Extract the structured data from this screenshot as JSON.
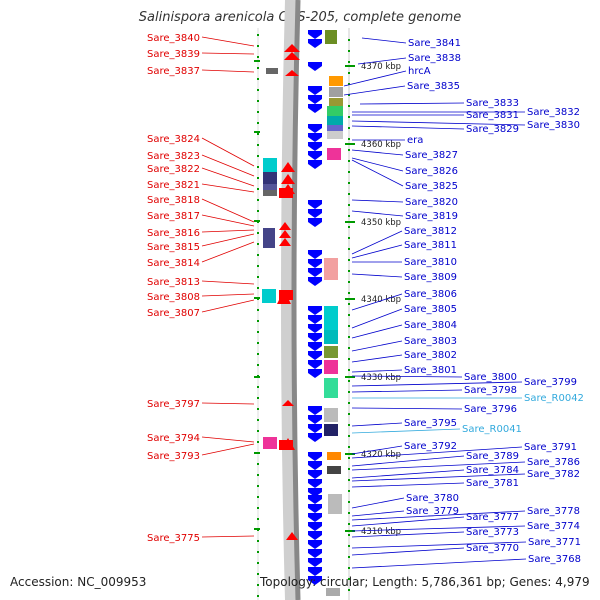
{
  "map": {
    "title": "Salinispora arenicola CNS-205, complete genome",
    "accession": "Accession: NC_009953",
    "topology": "Topology: circular; Length: 5,786,361 bp; Genes: 4,979",
    "colors": {
      "left_label": "#e00000",
      "right_label": "#0000cc",
      "rna_label": "#33aadd",
      "forward_arrow": "#ff0000",
      "reverse_arrow": "#0000ff",
      "tick": "#009900",
      "axis": "#888888"
    },
    "scale_marks": [
      "4370 kbp",
      "4360 kbp",
      "4350 kbp",
      "4340 kbp",
      "4330 kbp",
      "4320 kbp",
      "4310 kbp"
    ],
    "left_genes": [
      "Sare_3840",
      "Sare_3839",
      "Sare_3837",
      "Sare_3824",
      "Sare_3823",
      "Sare_3822",
      "Sare_3821",
      "Sare_3818",
      "Sare_3817",
      "Sare_3816",
      "Sare_3815",
      "Sare_3814",
      "Sare_3813",
      "Sare_3808",
      "Sare_3807",
      "Sare_3797",
      "Sare_3794",
      "Sare_3793",
      "Sare_3775"
    ],
    "right_genes": [
      {
        "name": "Sare_3841",
        "rna": false
      },
      {
        "name": "Sare_3838",
        "rna": false
      },
      {
        "name": "hrcA",
        "rna": false
      },
      {
        "name": "Sare_3835",
        "rna": false
      },
      {
        "name": "Sare_3833",
        "rna": false
      },
      {
        "name": "Sare_3832",
        "rna": false
      },
      {
        "name": "Sare_3831",
        "rna": false
      },
      {
        "name": "Sare_3830",
        "rna": false
      },
      {
        "name": "Sare_3829",
        "rna": false
      },
      {
        "name": "era",
        "rna": false
      },
      {
        "name": "Sare_3827",
        "rna": false
      },
      {
        "name": "Sare_3826",
        "rna": false
      },
      {
        "name": "Sare_3825",
        "rna": false
      },
      {
        "name": "Sare_3820",
        "rna": false
      },
      {
        "name": "Sare_3819",
        "rna": false
      },
      {
        "name": "Sare_3812",
        "rna": false
      },
      {
        "name": "Sare_3811",
        "rna": false
      },
      {
        "name": "Sare_3810",
        "rna": false
      },
      {
        "name": "Sare_3809",
        "rna": false
      },
      {
        "name": "Sare_3806",
        "rna": false
      },
      {
        "name": "Sare_3805",
        "rna": false
      },
      {
        "name": "Sare_3804",
        "rna": false
      },
      {
        "name": "Sare_3803",
        "rna": false
      },
      {
        "name": "Sare_3802",
        "rna": false
      },
      {
        "name": "Sare_3801",
        "rna": false
      },
      {
        "name": "Sare_3800",
        "rna": false
      },
      {
        "name": "Sare_3799",
        "rna": false
      },
      {
        "name": "Sare_3798",
        "rna": false
      },
      {
        "name": "Sare_R0042",
        "rna": true
      },
      {
        "name": "Sare_3796",
        "rna": false
      },
      {
        "name": "Sare_3795",
        "rna": false
      },
      {
        "name": "Sare_R0041",
        "rna": true
      },
      {
        "name": "Sare_3792",
        "rna": false
      },
      {
        "name": "Sare_3791",
        "rna": false
      },
      {
        "name": "Sare_3789",
        "rna": false
      },
      {
        "name": "Sare_3786",
        "rna": false
      },
      {
        "name": "Sare_3784",
        "rna": false
      },
      {
        "name": "Sare_3782",
        "rna": false
      },
      {
        "name": "Sare_3781",
        "rna": false
      },
      {
        "name": "Sare_3780",
        "rna": false
      },
      {
        "name": "Sare_3779",
        "rna": false
      },
      {
        "name": "Sare_3778",
        "rna": false
      },
      {
        "name": "Sare_3777",
        "rna": false
      },
      {
        "name": "Sare_3774",
        "rna": false
      },
      {
        "name": "Sare_3773",
        "rna": false
      },
      {
        "name": "Sare_3771",
        "rna": false
      },
      {
        "name": "Sare_3770",
        "rna": false
      },
      {
        "name": "Sare_3768",
        "rna": false
      }
    ]
  }
}
